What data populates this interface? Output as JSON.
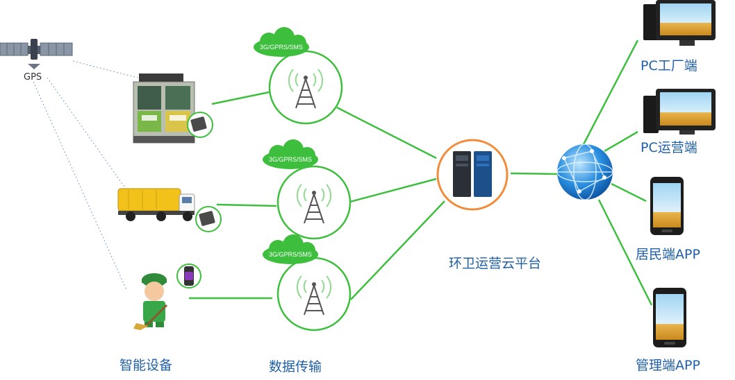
{
  "gps": {
    "label": "GPS"
  },
  "towers": [
    {
      "cloud_label": "3G/GPRS/SMS"
    },
    {
      "cloud_label": "3G/GPRS/SMS"
    },
    {
      "cloud_label": "3G/GPRS/SMS"
    }
  ],
  "sections": {
    "devices": "智能设备",
    "transmission": "数据传输",
    "platform": "环卫运营云平台"
  },
  "clients": [
    {
      "label": "PC工厂端",
      "kind": "pc"
    },
    {
      "label": "PC运营端",
      "kind": "pc"
    },
    {
      "label": "居民端APP",
      "kind": "phone"
    },
    {
      "label": "管理端APP",
      "kind": "phone"
    }
  ],
  "colors": {
    "link": "#3dbf3d",
    "label": "#1f5fa8",
    "platform_ring": "#f28c3a",
    "globe": "#1e88d8"
  }
}
